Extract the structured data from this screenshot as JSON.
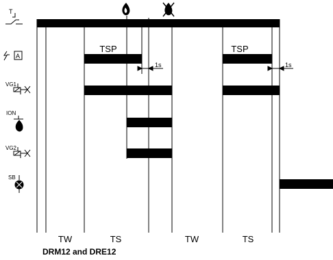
{
  "diagram": {
    "caption": "DRM12 and DRE12",
    "bar_labels": {
      "tsp_1": "TSP",
      "tsp_2": "TSP"
    },
    "delay_labels": {
      "delay_1": "1s",
      "delay_2": "1s"
    },
    "phases": [
      "TW",
      "TS",
      "TW",
      "TS"
    ],
    "rows": [
      {
        "id": "thermostat",
        "symbol_text": "T"
      },
      {
        "id": "ignition-transformer",
        "symbol_text": "A"
      },
      {
        "id": "gas-valve-1",
        "symbol_text": "VG1"
      },
      {
        "id": "ionisation",
        "symbol_text": "ION"
      },
      {
        "id": "gas-valve-2",
        "symbol_text": "VG2"
      },
      {
        "id": "lockout-signal",
        "symbol_text": "SB"
      }
    ],
    "colors": {
      "ink": "#000000",
      "background": "#ffffff"
    }
  }
}
